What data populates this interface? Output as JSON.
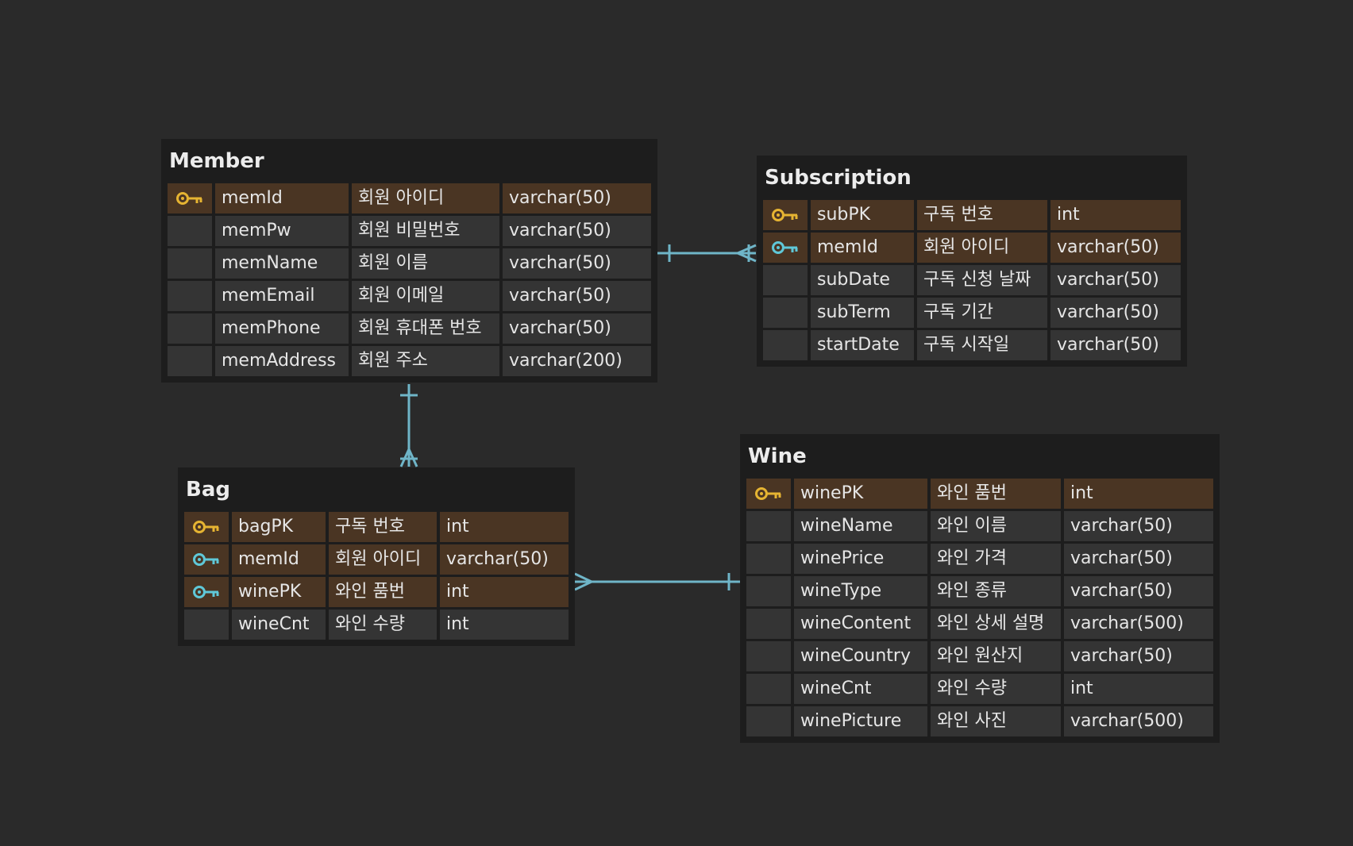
{
  "colors": {
    "background": "#2a2a2a",
    "table_bg": "#1d1d1d",
    "cell_bg": "#343434",
    "key_row_bg": "#4a3523",
    "primary_key": "#e6b432",
    "foreign_key": "#5fc8d8",
    "relation_line": "#6fb5c8",
    "text": "#e6e6e6"
  },
  "tables": {
    "member": {
      "title": "Member",
      "rows": [
        {
          "key": "primary-key-icon",
          "name": "memId",
          "comment": "회원 아이디",
          "type": "varchar(50)"
        },
        {
          "key": "",
          "name": "memPw",
          "comment": "회원 비밀번호",
          "type": "varchar(50)"
        },
        {
          "key": "",
          "name": "memName",
          "comment": "회원 이름",
          "type": "varchar(50)"
        },
        {
          "key": "",
          "name": "memEmail",
          "comment": "회원 이메일",
          "type": "varchar(50)"
        },
        {
          "key": "",
          "name": "memPhone",
          "comment": "회원 휴대폰 번호",
          "type": "varchar(50)"
        },
        {
          "key": "",
          "name": "memAddress",
          "comment": "회원 주소",
          "type": "varchar(200)"
        }
      ]
    },
    "subscription": {
      "title": "Subscription",
      "rows": [
        {
          "key": "primary-key-icon",
          "name": "subPK",
          "comment": "구독 번호",
          "type": "int"
        },
        {
          "key": "foreign-key-icon",
          "name": "memId",
          "comment": "회원 아이디",
          "type": "varchar(50)"
        },
        {
          "key": "",
          "name": "subDate",
          "comment": "구독 신청 날짜",
          "type": "varchar(50)"
        },
        {
          "key": "",
          "name": "subTerm",
          "comment": "구독 기간",
          "type": "varchar(50)"
        },
        {
          "key": "",
          "name": "startDate",
          "comment": "구독 시작일",
          "type": "varchar(50)"
        }
      ]
    },
    "bag": {
      "title": "Bag",
      "rows": [
        {
          "key": "primary-key-icon",
          "name": "bagPK",
          "comment": "구독 번호",
          "type": "int"
        },
        {
          "key": "foreign-key-icon",
          "name": "memId",
          "comment": "회원 아이디",
          "type": "varchar(50)"
        },
        {
          "key": "foreign-key-icon",
          "name": "winePK",
          "comment": "와인 품번",
          "type": "int"
        },
        {
          "key": "",
          "name": "wineCnt",
          "comment": "와인 수량",
          "type": "int"
        }
      ]
    },
    "wine": {
      "title": "Wine",
      "rows": [
        {
          "key": "primary-key-icon",
          "name": "winePK",
          "comment": "와인 품번",
          "type": "int"
        },
        {
          "key": "",
          "name": "wineName",
          "comment": "와인 이름",
          "type": "varchar(50)"
        },
        {
          "key": "",
          "name": "winePrice",
          "comment": "와인 가격",
          "type": "varchar(50)"
        },
        {
          "key": "",
          "name": "wineType",
          "comment": "와인 종류",
          "type": "varchar(50)"
        },
        {
          "key": "",
          "name": "wineContent",
          "comment": "와인 상세 설명",
          "type": "varchar(500)"
        },
        {
          "key": "",
          "name": "wineCountry",
          "comment": "와인 원산지",
          "type": "varchar(50)"
        },
        {
          "key": "",
          "name": "wineCnt",
          "comment": "와인 수량",
          "type": "int"
        },
        {
          "key": "",
          "name": "winePicture",
          "comment": "와인 사진",
          "type": "varchar(500)"
        }
      ]
    }
  },
  "relations": [
    {
      "from": "Member",
      "to": "Subscription",
      "from_end": "one",
      "to_end": "many"
    },
    {
      "from": "Member",
      "to": "Bag",
      "from_end": "one",
      "to_end": "many"
    },
    {
      "from": "Wine",
      "to": "Bag",
      "from_end": "one",
      "to_end": "many"
    }
  ]
}
